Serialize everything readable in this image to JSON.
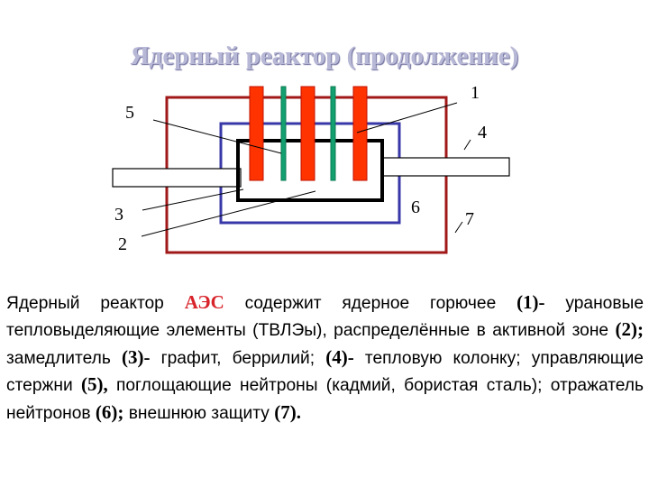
{
  "title": "Ядерный реактор (продолжение)",
  "labels": {
    "l1": "1",
    "l2": "2",
    "l3": "3",
    "l4": "4",
    "l5": "5",
    "l6": "6",
    "l7": "7"
  },
  "description": {
    "p1": "Ядерный реактор ",
    "aes": "АЭС",
    "p2": " содержит ядерное горючее ",
    "n1": "(1)-",
    "p3": " урановые тепловыделяющие элементы (ТВЛЭы), распределённые в активной зоне ",
    "n2": "(2);",
    "p4": " замедлитель ",
    "n3": "(3)-",
    "p5": " графит, беррилий; ",
    "n4": "(4)-",
    "p6": " тепловую колонку; управляющие стержни ",
    "n5": "(5),",
    "p7": " поглощающие нейтроны (кадмий, бористая сталь); отражатель нейтронов ",
    "n6": "(6);",
    "p8": " внешнюю защиту ",
    "n7": "(7)."
  },
  "colors": {
    "outer_shield": "#a01818",
    "reflector": "#3838a8",
    "core_border": "#000000",
    "fuel_rod": "#ff3300",
    "control_rod": "#12a070",
    "accent_text": "#d8232a"
  }
}
